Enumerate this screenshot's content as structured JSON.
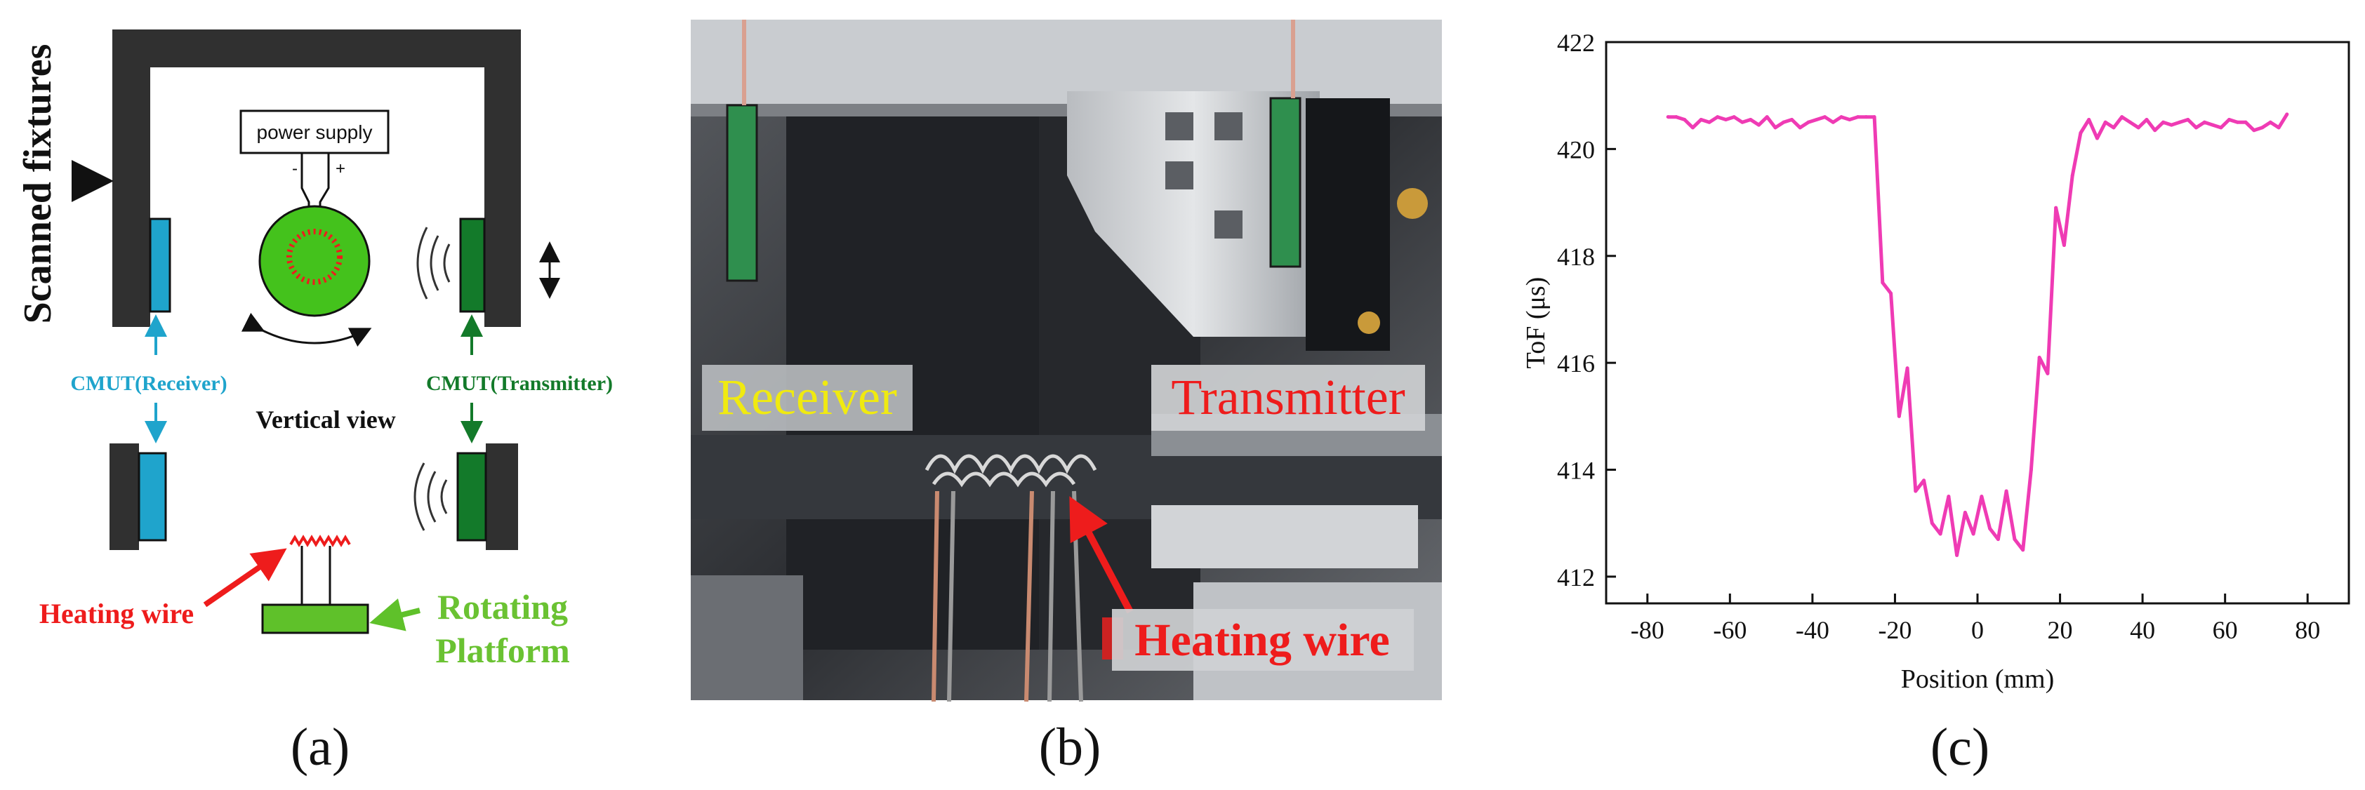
{
  "colors": {
    "frame": "#303030",
    "receiver_blue": "#1fa4cc",
    "transmitter_green": "#137a2a",
    "heater_green": "#44c21c",
    "platform_green": "#5fc12a",
    "heating_red": "#ee1c1c",
    "rotating_text": "#6ac232",
    "receiver_text": "#f0ea10",
    "transmitter_text": "#ee1c1c",
    "curve_pink": "#ef3bb4"
  },
  "panel_a": {
    "scanned_fixtures": "Scanned fixtures",
    "power_supply": "power supply",
    "minus": "-",
    "plus": "+",
    "cmut_receiver": "CMUT(Receiver)",
    "cmut_transmitter": "CMUT(Transmitter)",
    "vertical_view": "Vertical view",
    "heating_wire": "Heating wire",
    "rotating": "Rotating",
    "platform": "Platform"
  },
  "panel_b": {
    "receiver": "Receiver",
    "transmitter": "Transmitter",
    "heating_wire": "Heating wire"
  },
  "panel_labels": {
    "a": "(a)",
    "b": "(b)",
    "c": "(c)"
  },
  "chart_data": {
    "type": "line",
    "xlabel": "Position (mm)",
    "ylabel": "ToF (μs)",
    "xlim": [
      -90,
      90
    ],
    "ylim": [
      411.5,
      422
    ],
    "xticks": [
      "-80",
      "-60",
      "-40",
      "-20",
      "0",
      "20",
      "40",
      "60",
      "80"
    ],
    "yticks": [
      "412",
      "414",
      "416",
      "418",
      "420",
      "422"
    ],
    "grid": false,
    "x": [
      -75,
      -73,
      -71,
      -69,
      -67,
      -65,
      -63,
      -61,
      -59,
      -57,
      -55,
      -53,
      -51,
      -49,
      -47,
      -45,
      -43,
      -41,
      -39,
      -37,
      -35,
      -33,
      -31,
      -29,
      -27,
      -25,
      -23,
      -21,
      -19,
      -17,
      -15,
      -13,
      -11,
      -9,
      -7,
      -5,
      -3,
      -1,
      1,
      3,
      5,
      7,
      9,
      11,
      13,
      15,
      17,
      19,
      21,
      23,
      25,
      27,
      29,
      31,
      33,
      35,
      37,
      39,
      41,
      43,
      45,
      47,
      49,
      51,
      53,
      55,
      57,
      59,
      61,
      63,
      65,
      67,
      69,
      71,
      73,
      75
    ],
    "y": [
      420.6,
      420.6,
      420.55,
      420.4,
      420.55,
      420.5,
      420.6,
      420.55,
      420.6,
      420.5,
      420.55,
      420.45,
      420.6,
      420.4,
      420.5,
      420.55,
      420.4,
      420.5,
      420.55,
      420.6,
      420.5,
      420.6,
      420.55,
      420.6,
      420.6,
      420.6,
      417.5,
      417.3,
      415.0,
      415.9,
      413.6,
      413.8,
      413.0,
      412.8,
      413.5,
      412.4,
      413.2,
      412.8,
      413.5,
      412.9,
      412.7,
      413.6,
      412.7,
      412.5,
      414.0,
      416.1,
      415.8,
      418.9,
      418.2,
      419.5,
      420.3,
      420.55,
      420.2,
      420.5,
      420.4,
      420.6,
      420.5,
      420.4,
      420.55,
      420.35,
      420.5,
      420.45,
      420.5,
      420.55,
      420.4,
      420.5,
      420.45,
      420.4,
      420.55,
      420.5,
      420.5,
      420.35,
      420.4,
      420.5,
      420.4,
      420.65,
      420.55
    ]
  }
}
